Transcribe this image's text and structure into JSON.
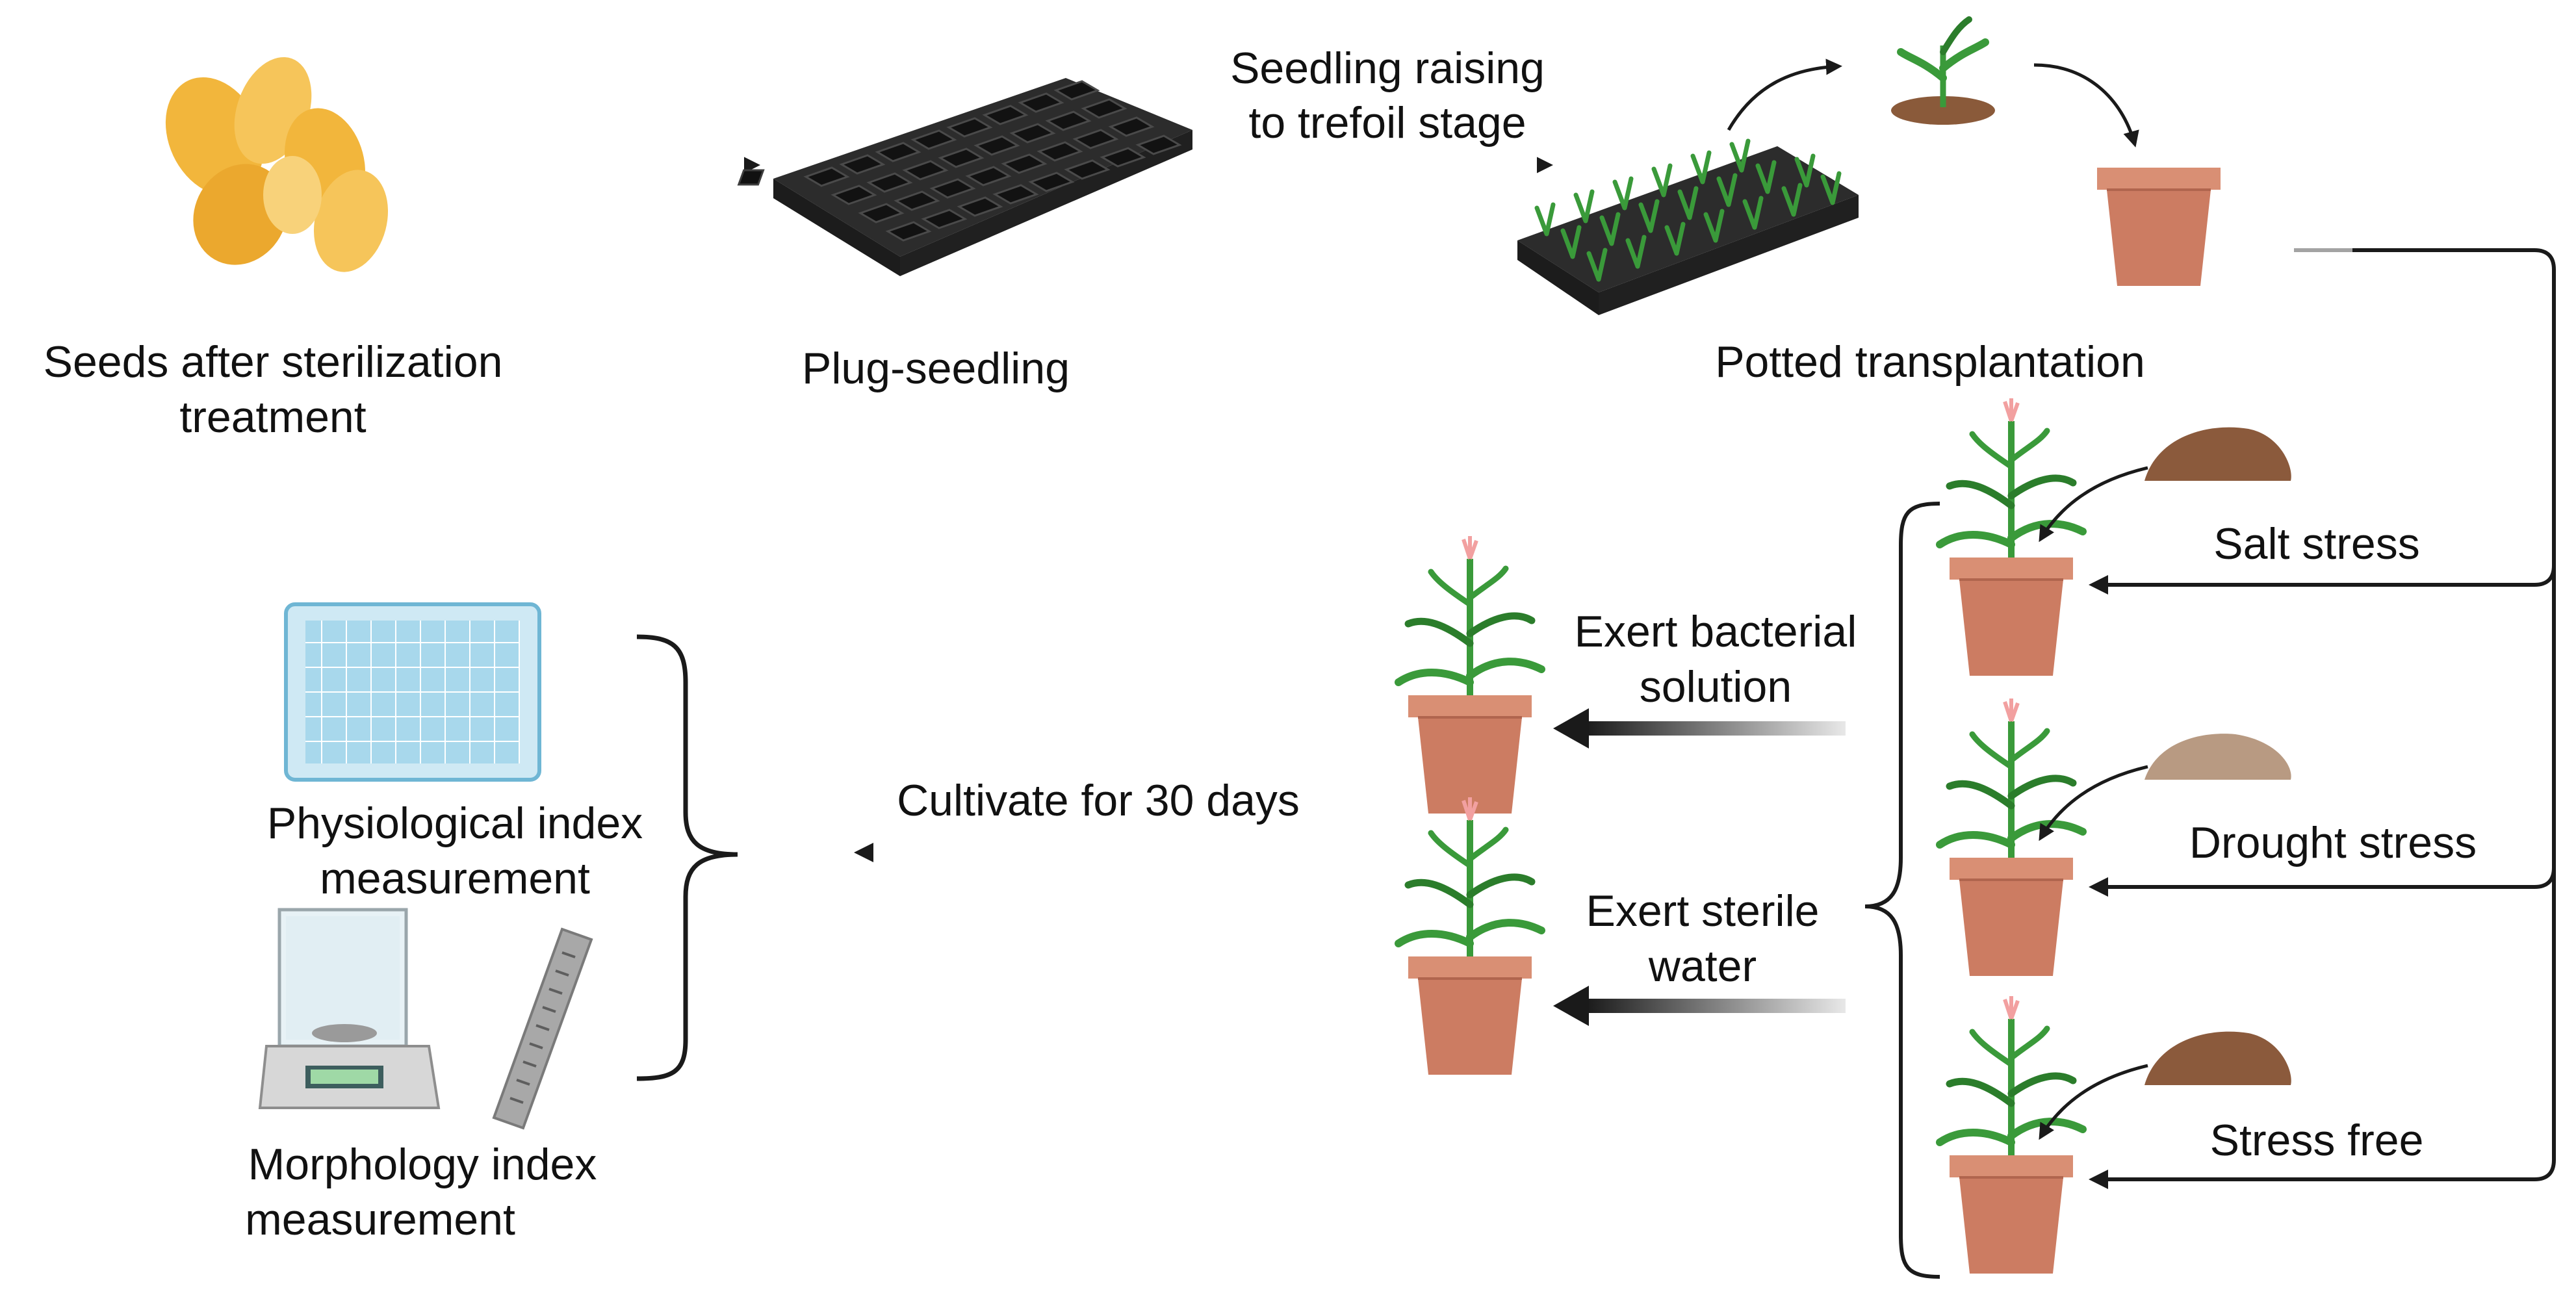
{
  "colors": {
    "arrow": "#1a1a1a",
    "pot": "#cc7c62",
    "pot_rim": "#d98f74",
    "leaf": "#3a9a3a",
    "leaf_dark": "#2b7d2b",
    "seed": "#f2b63c",
    "tray": "#2c2c2c",
    "soil": "#8a5a3a",
    "salt_soil": "#8b5a3c",
    "drought_soil": "#b89a82",
    "plate": "#9fd3ea",
    "ruler": "#9a9a9a"
  },
  "steps": {
    "seeds": {
      "line1": "Seeds after sterilization",
      "line2": "treatment"
    },
    "plug": {
      "label": "Plug-seedling"
    },
    "raising": {
      "line1": "Seedling raising",
      "line2": "to trefoil stage"
    },
    "potted": {
      "label": "Potted transplantation"
    }
  },
  "stresses": {
    "salt": "Salt stress",
    "drought": "Drought stress",
    "free": "Stress free"
  },
  "treatments": {
    "bacterial": {
      "line1": "Exert bacterial",
      "line2": "solution"
    },
    "sterile": {
      "line1": "Exert sterile",
      "line2": "water"
    }
  },
  "cultivate": {
    "label": "Cultivate for 30 days"
  },
  "measurements": {
    "physio": {
      "line1": "Physiological index",
      "line2": "measurement"
    },
    "morpho": {
      "line1": "Morphology index",
      "line2": "measurement"
    }
  }
}
